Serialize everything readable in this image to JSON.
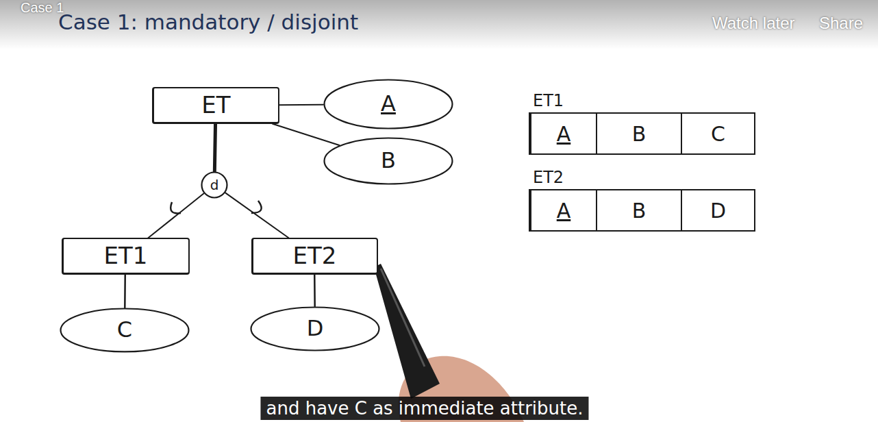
{
  "diagram": {
    "title": "Case 1: mandatory / disjoint",
    "caption": "and have C as immediate attribute.",
    "nodes": [
      {
        "text": [
          "ET"
        ]
      },
      {
        "text": [
          "A"
        ]
      },
      {
        "text": [
          "B"
        ]
      },
      {
        "text": [
          "d"
        ]
      },
      {
        "text": [
          "ET1"
        ]
      },
      {
        "text": [
          "ET2"
        ]
      },
      {
        "text": [
          "C"
        ]
      },
      {
        "text": [
          "D"
        ]
      },
      {
        "text": [
          "ET1",
          "A",
          "B",
          "C"
        ]
      },
      {
        "text": [
          "ET2",
          "A",
          "B",
          "D"
        ]
      }
    ],
    "edges": [
      {
        "from": 0,
        "to": 1,
        "arrow": "none"
      },
      {
        "from": 0,
        "to": 2,
        "arrow": "none"
      },
      {
        "from": 0,
        "to": 3,
        "arrow": "none"
      },
      {
        "from": 3,
        "to": 4,
        "arrow": "none"
      },
      {
        "from": 3,
        "to": 5,
        "arrow": "none"
      },
      {
        "from": 4,
        "to": 6,
        "arrow": "none"
      },
      {
        "from": 5,
        "to": 7,
        "arrow": "none"
      }
    ],
    "labels": [
      "Case 1",
      "Watch later",
      "Share"
    ]
  }
}
